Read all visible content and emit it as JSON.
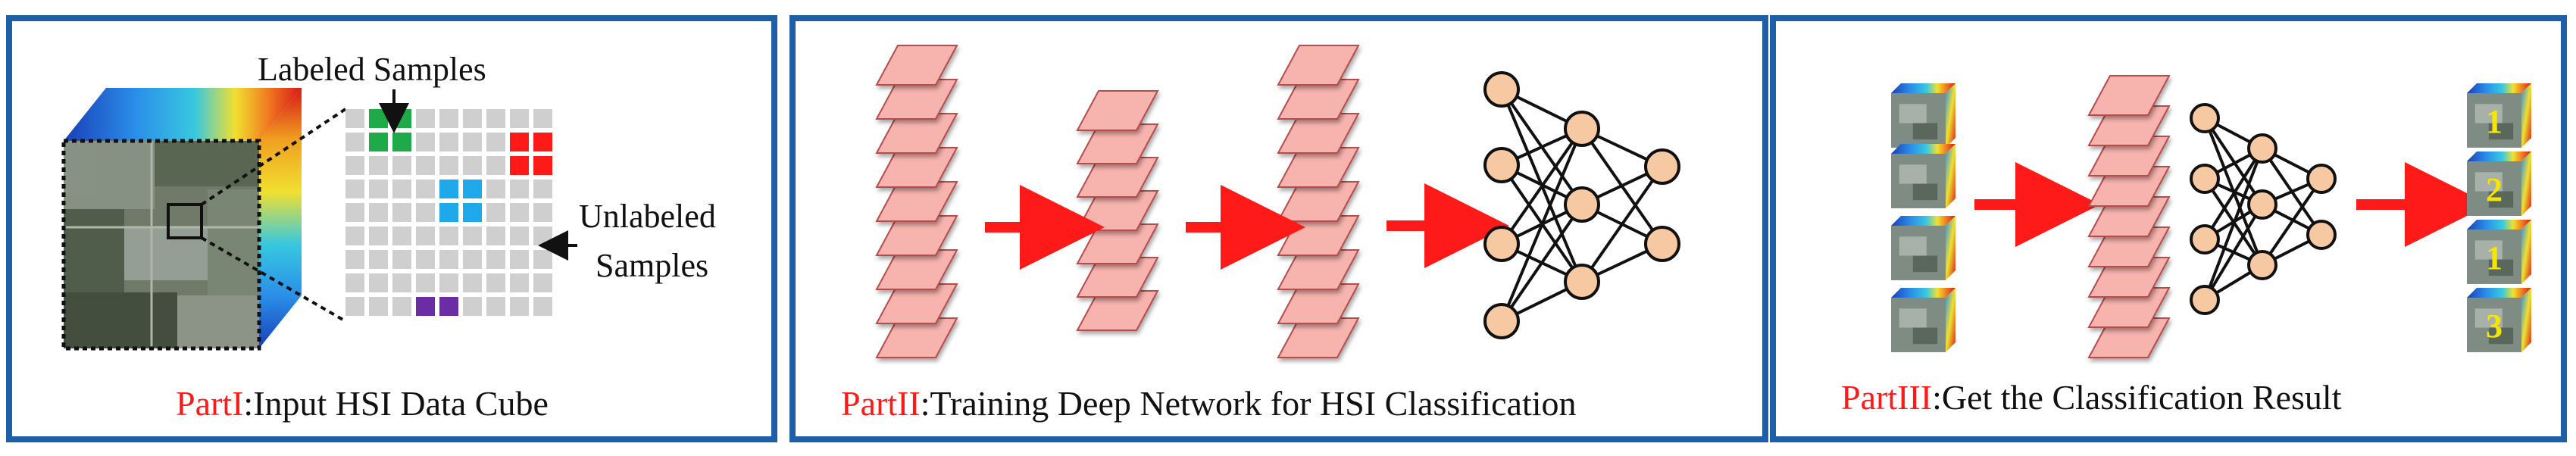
{
  "panels": [
    {
      "id": "part1",
      "caption_prefix": "PartI",
      "caption_text": ":Input HSI Data Cube",
      "labeled_samples_label": "Labeled Samples",
      "unlabeled_samples_label_line1": "Unlabeled",
      "unlabeled_samples_label_line2": "Samples"
    },
    {
      "id": "part2",
      "caption_prefix": "PartII",
      "caption_text": ":Training Deep Network for HSI Classification"
    },
    {
      "id": "part3",
      "caption_prefix": "PartIII",
      "caption_text": ":Get the Classification Result",
      "result_labels": [
        "1",
        "2",
        "1",
        "3"
      ]
    }
  ],
  "colors": {
    "panel_border": "#1f5fa8",
    "arrow": "#ff1a1a",
    "caption_prefix": "#ff1a1a",
    "layer_fill": "#f7b3ad",
    "layer_stroke": "#b84c4c",
    "neuron_fill": "#f7c9a3",
    "grid_cell": "#cfcfcf",
    "sample_green": "#1faa4a",
    "sample_red": "#ff1a1a",
    "sample_cyan": "#1eaaea",
    "sample_purple": "#6a2da3",
    "result_label": "#f5e600"
  }
}
